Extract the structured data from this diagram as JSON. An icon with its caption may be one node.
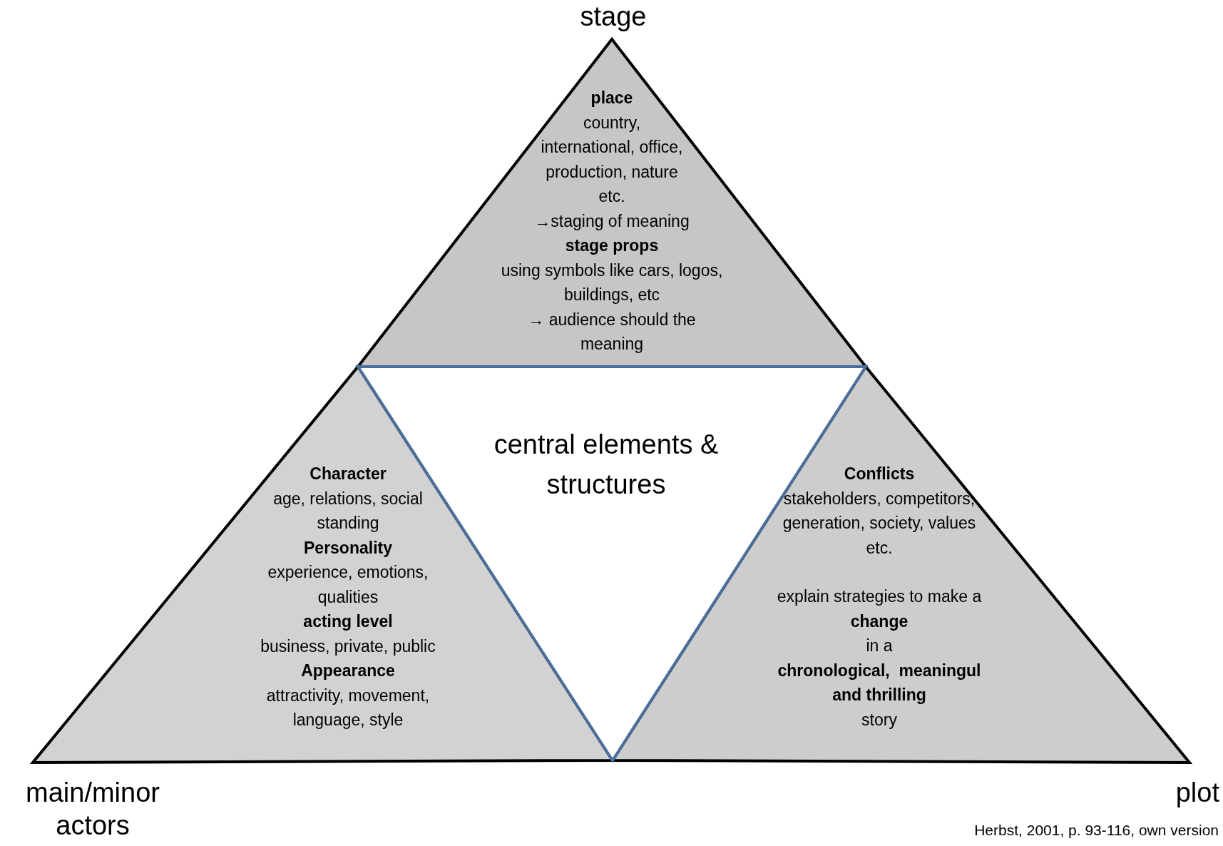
{
  "diagram": {
    "caption": "Herbst, 2001, p. 93-116, own version",
    "nodes": [
      {
        "text": [
          "place",
          "country, international, office, production, nature etc.",
          "→staging of meaning",
          "stage props",
          "using symbols like cars, logos, buildings, etc",
          "→ audience should the meaning"
        ],
        "beside": [
          "stage"
        ]
      },
      {
        "text": [
          "Character",
          "age, relations, social standing",
          "Personality",
          "experience, emotions, qualities",
          "acting level",
          "business, private, public",
          "Appearance",
          "attractivity, movement, language, style"
        ],
        "beside": [
          "main/minor actors"
        ]
      },
      {
        "text": [
          "Conflicts",
          "stakeholders, competitors, generation, society, values etc.",
          "explain strategies to make a",
          "change",
          "in a",
          "chronological,  meaningul and thrilling",
          "story"
        ],
        "beside": [
          "plot"
        ]
      },
      {
        "text": [
          "central elements & structures"
        ]
      }
    ],
    "edges": []
  }
}
